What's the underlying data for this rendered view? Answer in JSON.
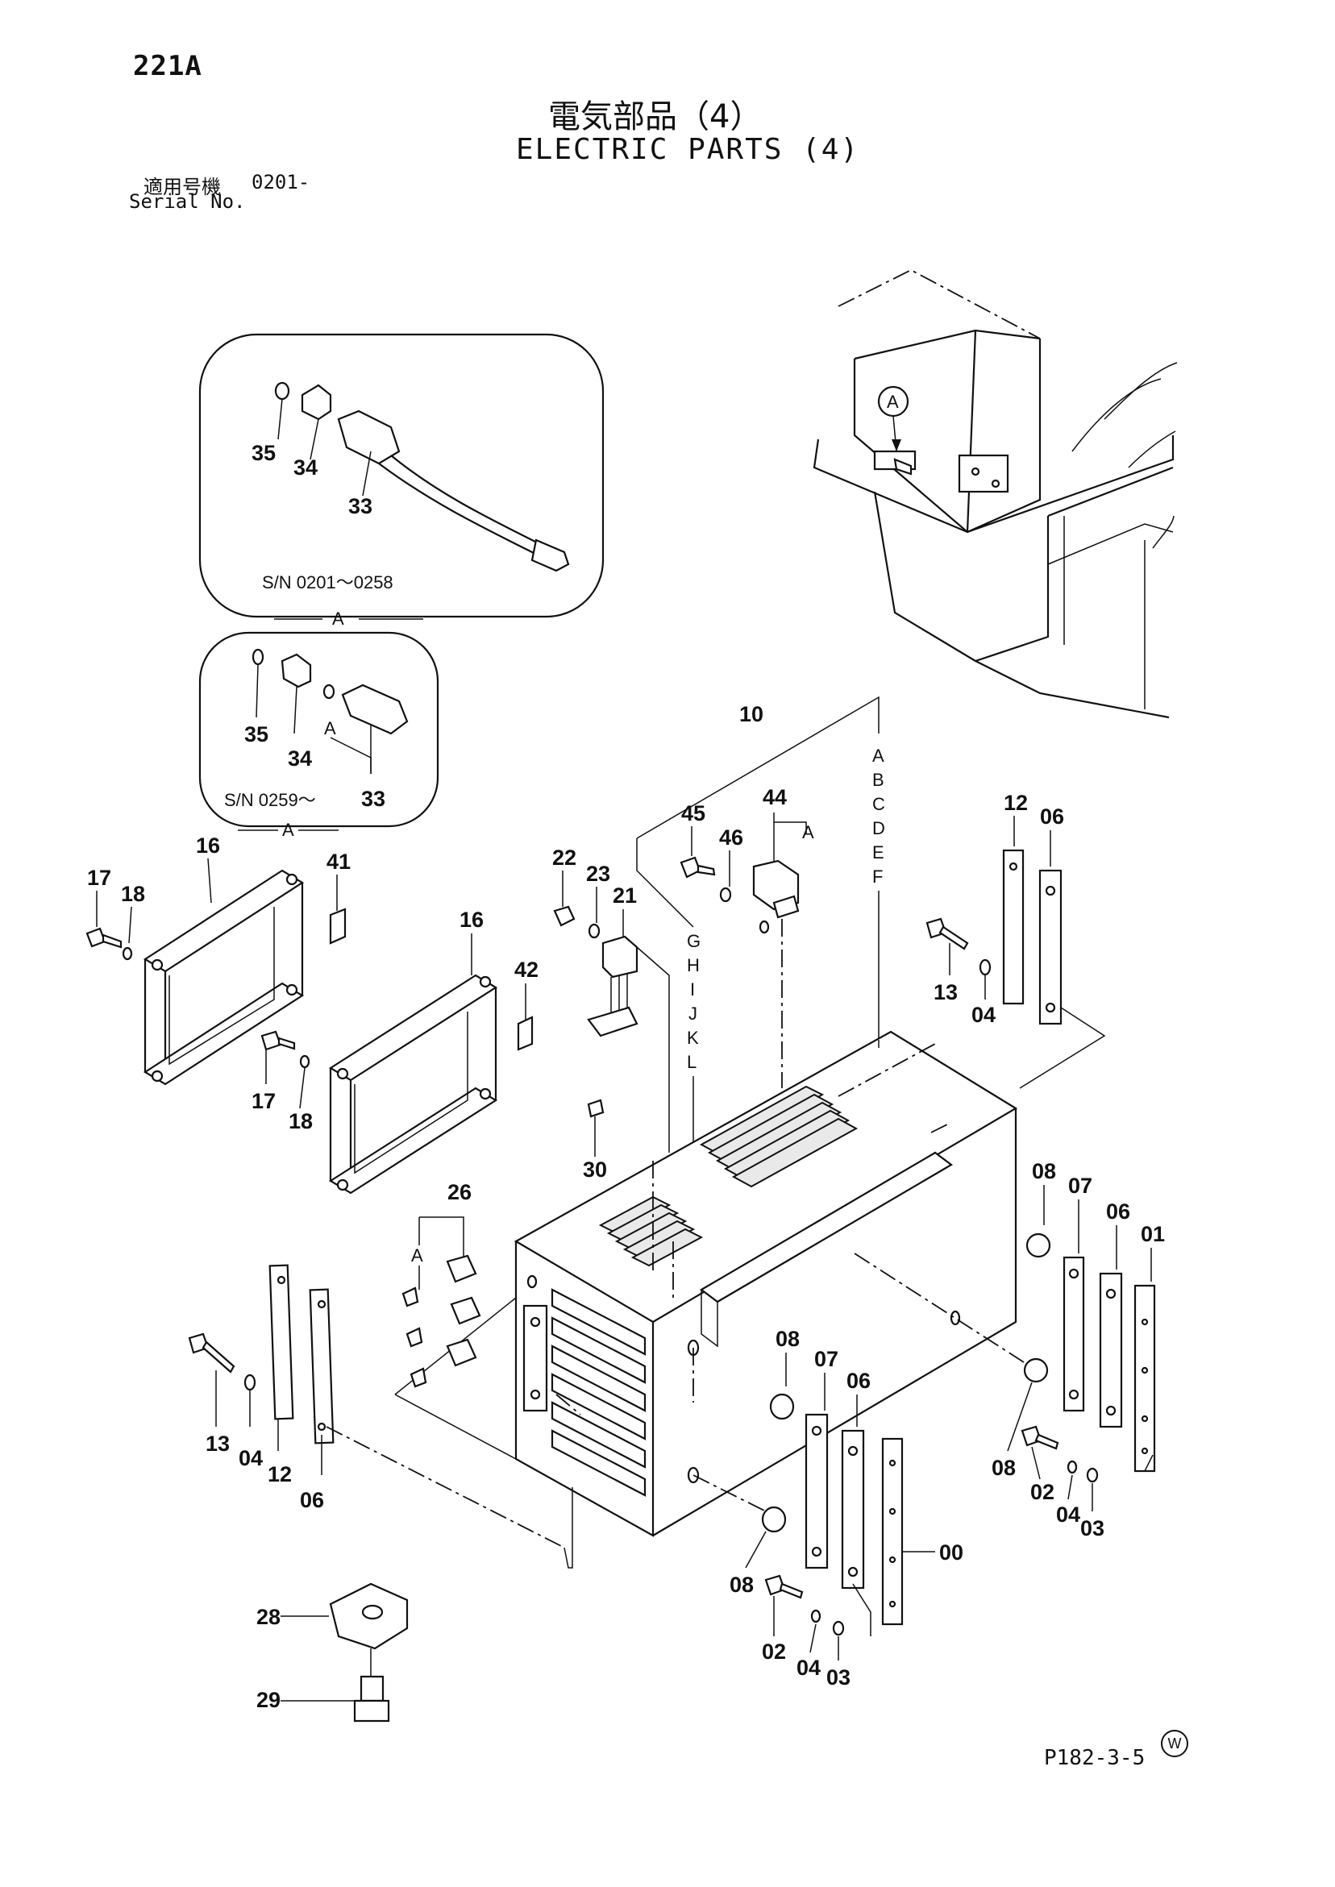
{
  "header": {
    "page_id": "221A",
    "title_jp": "電気部品（4）",
    "title_en": "ELECTRIC PARTS (4)",
    "serial_label_jp": "適用号機",
    "serial_value": "0201-",
    "serial_label_en": "Serial No."
  },
  "footer": {
    "code": "P182-3-5",
    "mark": "W"
  },
  "insets": {
    "top": {
      "serial_range": "S/N  0201～0258",
      "tag": "A",
      "callouts": [
        "35",
        "34",
        "33"
      ]
    },
    "bottom": {
      "serial_range": "S/N  0259～",
      "tag": "A",
      "callouts": [
        "35",
        "34",
        "A",
        "33"
      ]
    }
  },
  "location_tag": "A",
  "group_labels": {
    "left_letters": [
      "G",
      "H",
      "I",
      "J",
      "K",
      "L"
    ],
    "right_letters": [
      "A",
      "B",
      "C",
      "D",
      "E",
      "F"
    ]
  },
  "callouts": {
    "c10": "10",
    "c44": "44",
    "c44a": "A",
    "c45": "45",
    "c46": "46",
    "c22": "22",
    "c23": "23",
    "c21": "21",
    "c30": "30",
    "c16a": "16",
    "c16b": "16",
    "c17a": "17",
    "c17b": "17",
    "c18a": "18",
    "c18b": "18",
    "c41": "41",
    "c42": "42",
    "c12a": "12",
    "c06a": "06",
    "c13a": "13",
    "c04a": "04",
    "c26": "26",
    "c26a": "A",
    "c13b": "13",
    "c04b": "04",
    "c12b": "12",
    "c06b": "06",
    "c08a": "08",
    "c07a": "07",
    "c06c": "06",
    "c01": "01",
    "c08b": "08",
    "c07b": "07",
    "c06d": "06",
    "c00": "00",
    "c08c": "08",
    "c02a": "02",
    "c04c": "04",
    "c03a": "03",
    "c08d": "08",
    "c02b": "02",
    "c04d": "04",
    "c03b": "03",
    "c28": "28",
    "c29": "29"
  }
}
